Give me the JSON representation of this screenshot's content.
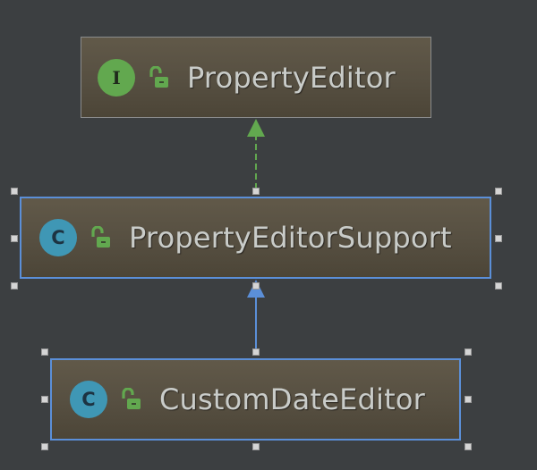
{
  "diagram": {
    "background": "#3c3f41",
    "nodes": [
      {
        "id": "property-editor",
        "kind": "interface",
        "badge": "I",
        "badge_color": "#62a84f",
        "visibility_icon": "unlocked-public",
        "label": "PropertyEditor",
        "selected": false
      },
      {
        "id": "property-editor-support",
        "kind": "class",
        "badge": "C",
        "badge_color": "#3f97b5",
        "visibility_icon": "unlocked-public",
        "label": "PropertyEditorSupport",
        "selected": true
      },
      {
        "id": "custom-date-editor",
        "kind": "class",
        "badge": "C",
        "badge_color": "#3f97b5",
        "visibility_icon": "unlocked-public",
        "label": "CustomDateEditor",
        "selected": true
      }
    ],
    "edges": [
      {
        "from": "PropertyEditorSupport",
        "to": "PropertyEditor",
        "type": "implements",
        "style": "dashed",
        "color": "#62a84f"
      },
      {
        "from": "CustomDateEditor",
        "to": "PropertyEditorSupport",
        "type": "extends",
        "style": "solid",
        "color": "#5b8fd8"
      }
    ],
    "selection_color": "#5b8fd8"
  }
}
